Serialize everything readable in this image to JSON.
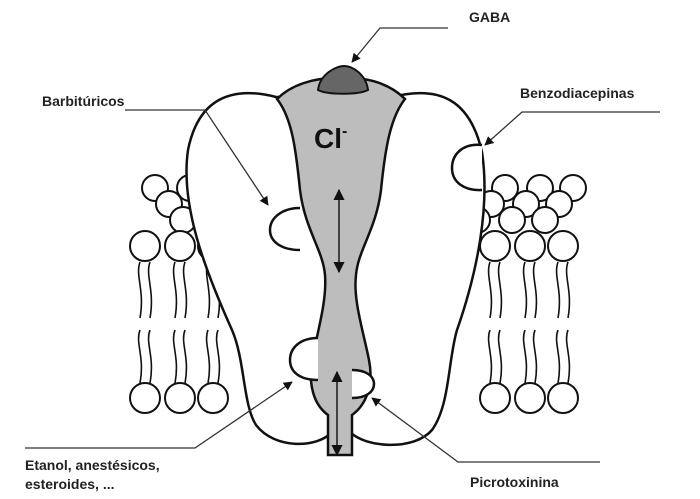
{
  "labels": {
    "gaba": "GABA",
    "barbituricos": "Barbitúricos",
    "benzodiacepinas": "Benzodiacepinas",
    "ion": "Cl",
    "ion_charge": "-",
    "etanol_line1": "Etanol, anestésicos,",
    "etanol_line2": "esteroides, ...",
    "picrotoxinina": "Picrotoxinina"
  },
  "colors": {
    "channel_fill": "#bdbdbd",
    "gaba_site": "#666666",
    "stroke": "#111111",
    "background": "#ffffff"
  },
  "icons": {
    "lipid_head": "circle",
    "lipid_tail": "wavy-line",
    "arrow": "arrowhead"
  }
}
